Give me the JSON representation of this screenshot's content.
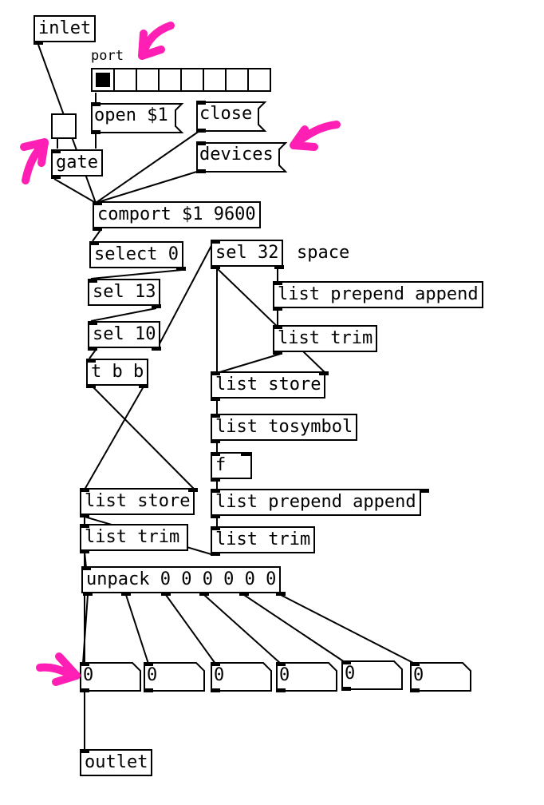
{
  "objects": {
    "inlet": "inlet",
    "gate": "gate",
    "comport": "comport $1 9600",
    "select0": "select 0",
    "sel13": "sel 13",
    "sel10": "sel 10",
    "tbb": "t b b",
    "sel32": "sel 32",
    "list_prepend_1": "list prepend append",
    "list_trim_1": "list trim",
    "list_store_1": "list store",
    "list_tosymbol": "list tosymbol",
    "f": "f",
    "list_prepend_2": "list prepend append",
    "list_trim_2": "list trim",
    "list_store_2": "list store",
    "list_trim_3": "list trim",
    "unpack": "unpack 0 0 0 0 0 0",
    "outlet": "outlet"
  },
  "messages": {
    "open": "open $1",
    "close": "close",
    "devices": "devices"
  },
  "labels": {
    "port": "port",
    "space": "space"
  },
  "radio": {
    "cell_count": 8,
    "selected_index": 0
  },
  "number_boxes": [
    "0",
    "0",
    "0",
    "0",
    "0",
    "0"
  ],
  "colors": {
    "annotation_arrow": "#ff1fb4",
    "ink": "#000000",
    "canvas": "#ffffff"
  }
}
